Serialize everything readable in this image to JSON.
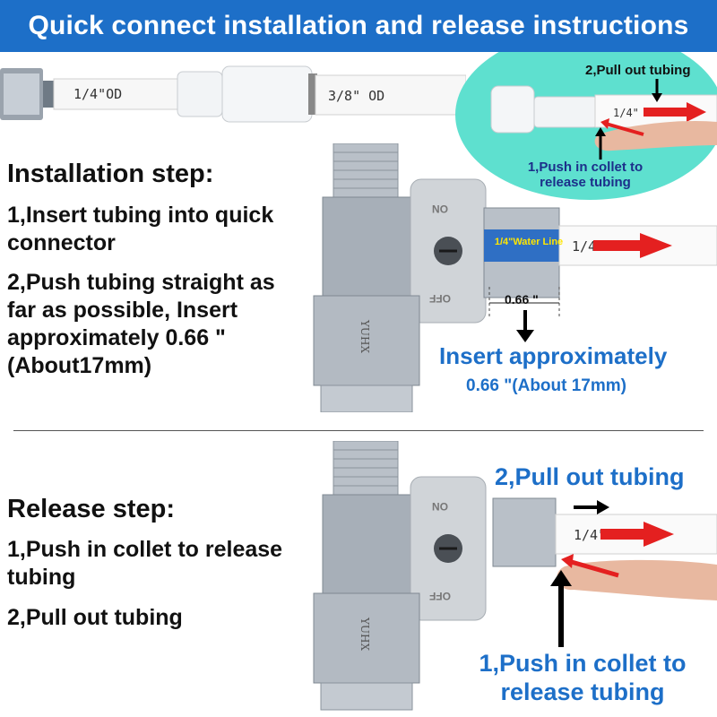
{
  "header": {
    "title": "Quick connect installation and release instructions"
  },
  "colors": {
    "banner": "#1d6fc8",
    "accent_text": "#1d6fc8",
    "arrow": "#e42020",
    "teal_bubble": "#5ee0cf"
  },
  "top_illustration": {
    "tube_small_label": "1/4\"OD",
    "tube_large_label": "3/8\" OD"
  },
  "inset": {
    "pull_label": "2,Pull out tubing",
    "push_label": "1,Push in collet to release tubing",
    "tube_label": "1/4\""
  },
  "installation": {
    "title": "Installation step:",
    "step1": "1,Insert tubing into quick connector",
    "step2": "2,Push tubing straight as far as possible, Insert approximately 0.66 \"(About17mm)"
  },
  "valve": {
    "brand": "YUHX",
    "on_label": "ON",
    "off_label": "OFF"
  },
  "water_line_label": "1/4\"Water Line",
  "measure_label": "0.66 \"",
  "insert_callout": {
    "line1": "Insert approximately",
    "line2": "0.66 \"(About 17mm)"
  },
  "tube_marks": {
    "middle": "1/4",
    "bottom": "1/4\"OD"
  },
  "release": {
    "title": "Release step:",
    "step1": "1,Push in collet to release tubing",
    "step2": "2,Pull out tubing",
    "callout_pull": "2,Pull out tubing",
    "callout_push": "1,Push in collet to release tubing"
  }
}
